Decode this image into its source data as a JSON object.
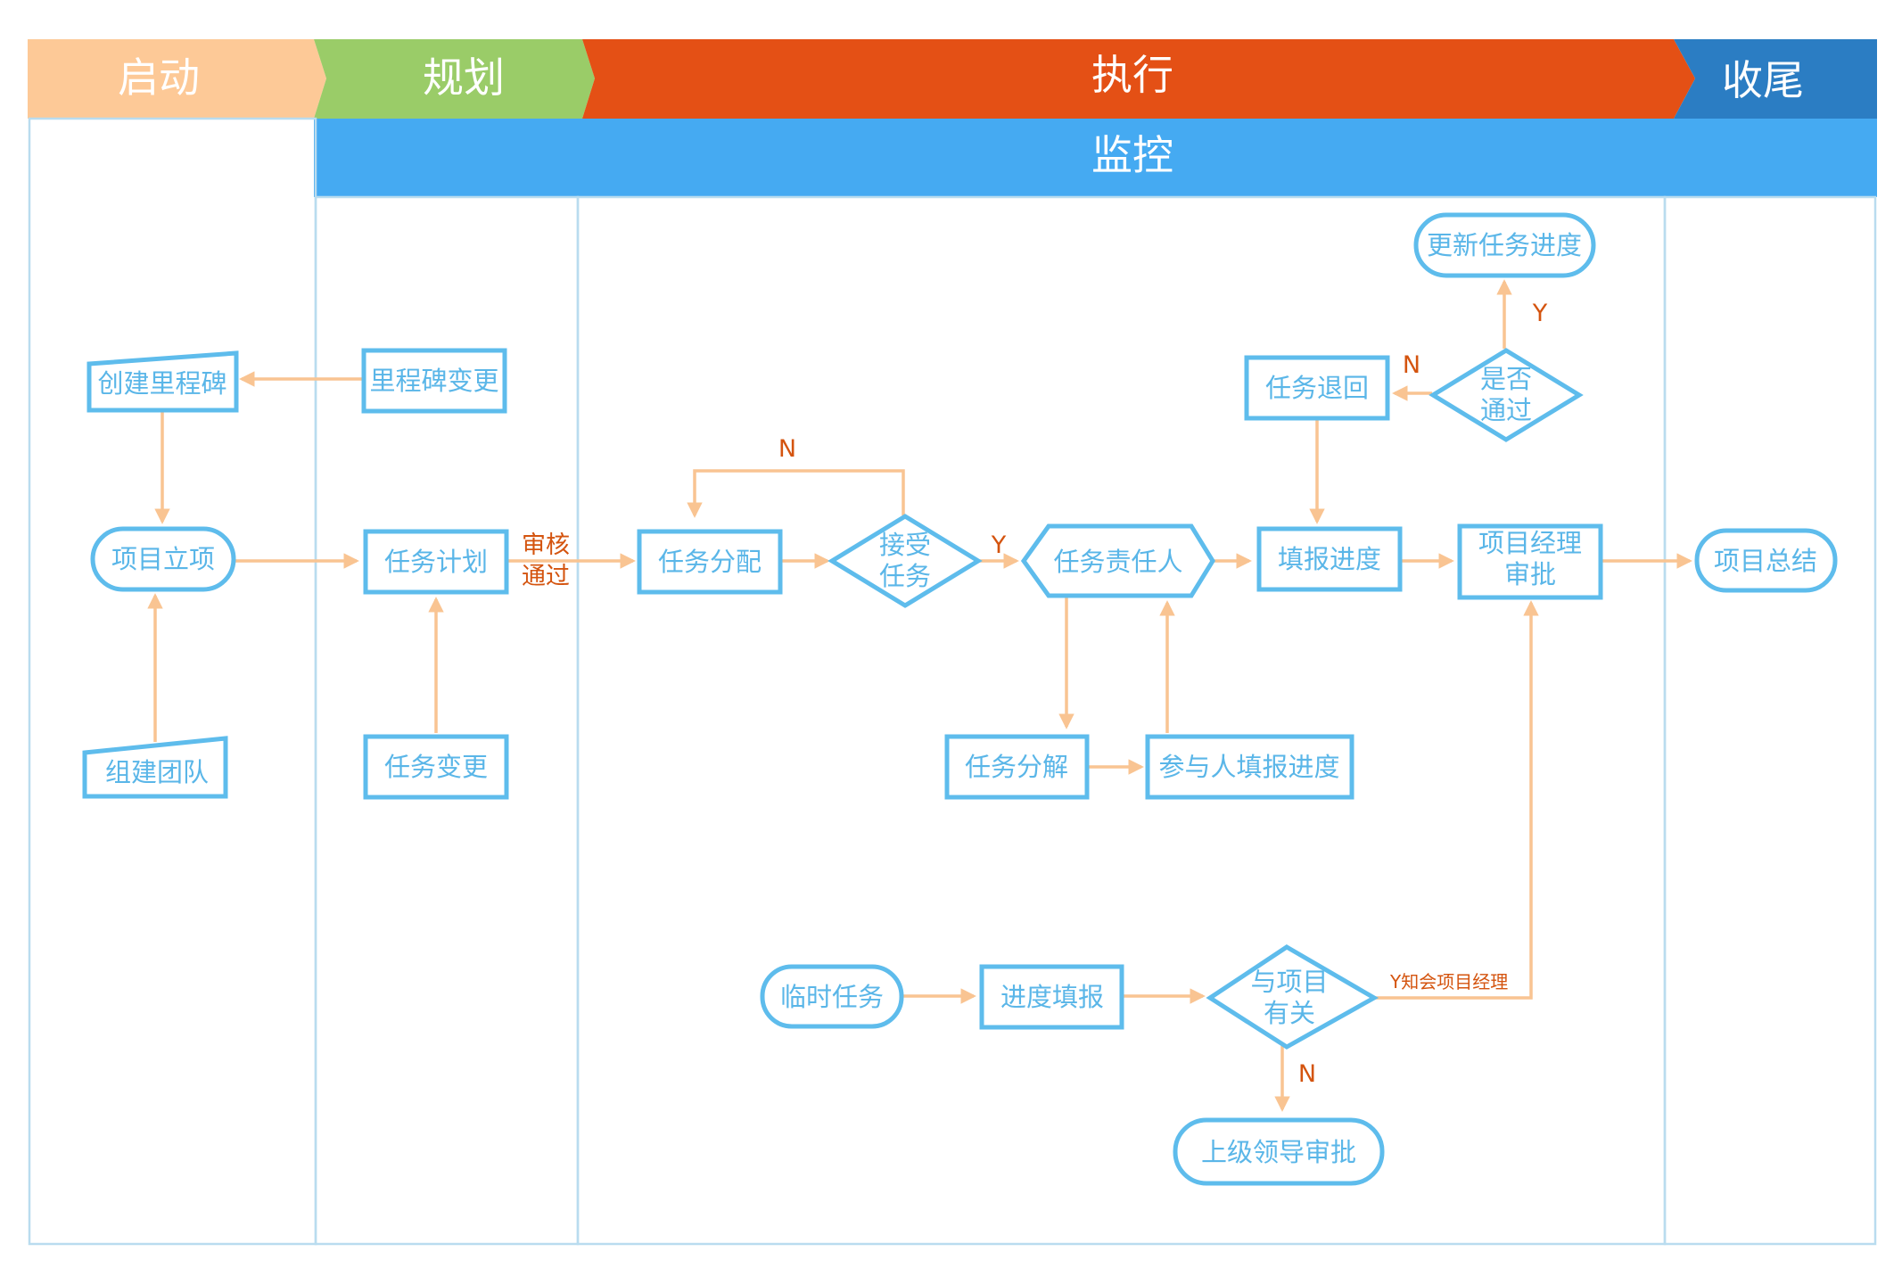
{
  "phases": {
    "start": "启动",
    "plan": "规划",
    "execute": "执行",
    "close": "收尾",
    "monitor": "监控"
  },
  "colors": {
    "start": "#fdc997",
    "plan": "#9acc68",
    "execute": "#e45015",
    "close": "#2b7dc3",
    "monitor": "#45aaf2",
    "node_border": "#5ebcec",
    "node_text": "#5ab6e8",
    "arrow": "#f9c492",
    "label": "#d4540f"
  },
  "nodes": {
    "create_milestone": "创建里程碑",
    "milestone_change": "里程碑变更",
    "project_setup": "项目立项",
    "build_team": "组建团队",
    "task_plan": "任务计划",
    "task_change": "任务变更",
    "task_assign": "任务分配",
    "accept_task_1": "接受",
    "accept_task_2": "任务",
    "task_owner": "任务责任人",
    "task_breakdown": "任务分解",
    "participant_report": "参与人填报进度",
    "report_progress": "填报进度",
    "pm_approve_1": "项目经理",
    "pm_approve_2": "审批",
    "task_return": "任务退回",
    "is_pass_1": "是否",
    "is_pass_2": "通过",
    "update_progress": "更新任务进度",
    "project_summary": "项目总结",
    "temp_task": "临时任务",
    "progress_report": "进度填报",
    "related_1": "与项目",
    "related_2": "有关",
    "leader_approve": "上级领导审批"
  },
  "labels": {
    "review_pass_1": "审核",
    "review_pass_2": "通过",
    "accept_no": "N",
    "accept_yes": "Y",
    "pass_no": "N",
    "pass_yes": "Y",
    "related_yes": "Y知会项目经理",
    "related_no": "N"
  }
}
